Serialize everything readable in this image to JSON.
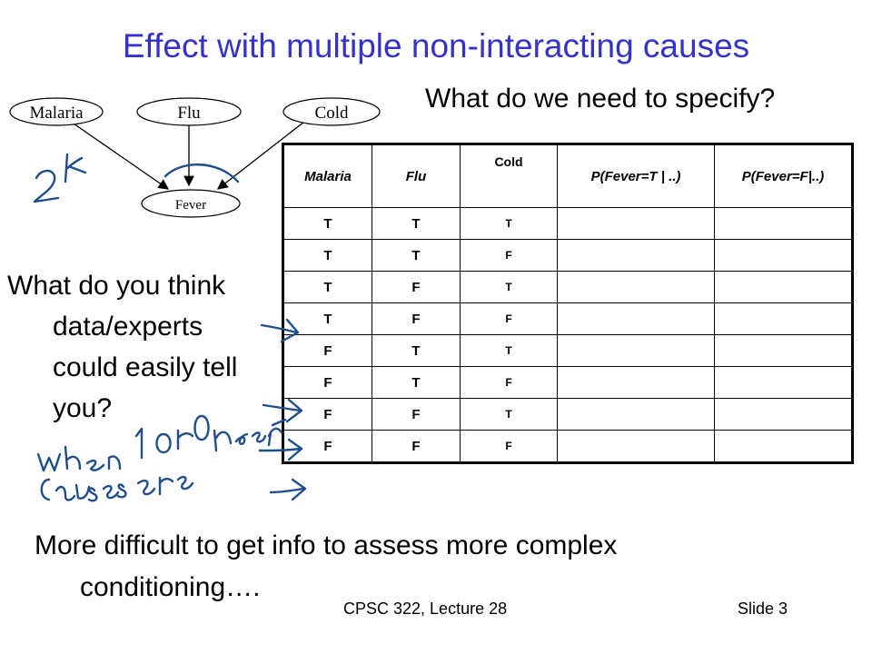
{
  "slide": {
    "title": "Effect with multiple non-interacting causes",
    "subtitle": "What do we need to specify?",
    "left_question": [
      "What do you think",
      "data/experts",
      "could easily tell",
      "you?"
    ],
    "bottom_text": [
      "More difficult to get info to assess more complex",
      "conditioning…."
    ],
    "footer_left": "CPSC 322, Lecture 28",
    "footer_right": "Slide 3"
  },
  "diagram": {
    "nodes": [
      "Malaria",
      "Flu",
      "Cold",
      "Fever"
    ]
  },
  "table": {
    "headers": [
      "Malaria",
      "Flu",
      "Cold",
      "P(Fever=T | ..)",
      "P(Fever=F|..)"
    ],
    "rows": [
      [
        "T",
        "T",
        "T",
        "",
        ""
      ],
      [
        "T",
        "T",
        "F",
        "",
        ""
      ],
      [
        "T",
        "F",
        "T",
        "",
        ""
      ],
      [
        "T",
        "F",
        "F",
        "",
        ""
      ],
      [
        "F",
        "T",
        "T",
        "",
        ""
      ],
      [
        "F",
        "T",
        "F",
        "",
        ""
      ],
      [
        "F",
        "F",
        "T",
        "",
        ""
      ],
      [
        "F",
        "F",
        "F",
        "",
        ""
      ]
    ]
  },
  "colors": {
    "title": "#3333cc",
    "ink": "#1f4e8c"
  }
}
